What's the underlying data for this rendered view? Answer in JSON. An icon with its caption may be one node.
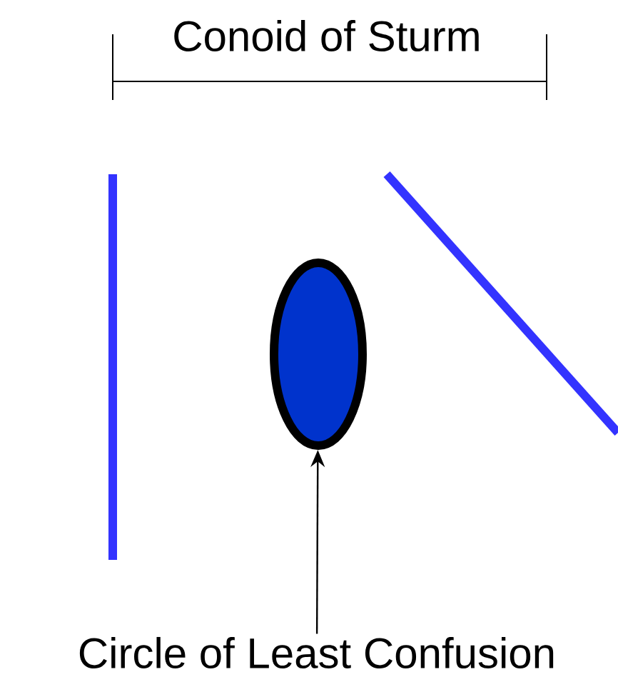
{
  "diagram": {
    "nodes": [
      {
        "text": [],
        "shape": "ellipse"
      },
      {
        "text": [
          "Circle of Least Confusion"
        ]
      }
    ],
    "edges": [
      {
        "from": 1,
        "to": 0,
        "arrow": "to"
      }
    ],
    "labels": [
      "Conoid of Sturm"
    ]
  }
}
